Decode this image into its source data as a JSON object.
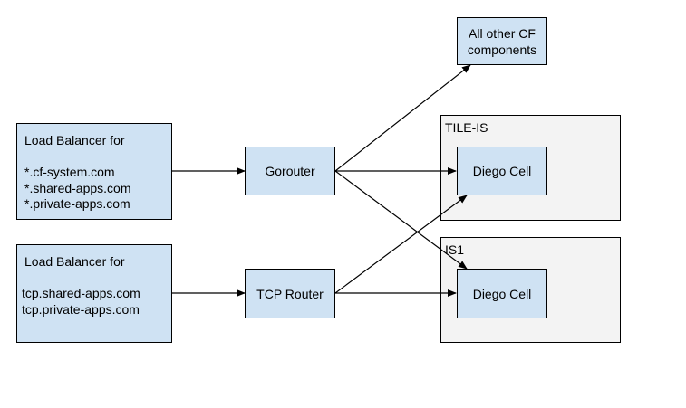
{
  "groups": {
    "tile_is": {
      "title": "TILE-IS"
    },
    "is1": {
      "title": "IS1"
    }
  },
  "nodes": {
    "lb_http": {
      "title": "Load Balancer for",
      "domains": [
        "*.cf-system.com",
        "*.shared-apps.com",
        "*.private-apps.com"
      ]
    },
    "lb_tcp": {
      "title": "Load Balancer for",
      "domains": [
        "tcp.shared-apps.com",
        "tcp.private-apps.com"
      ]
    },
    "gorouter": {
      "label": "Gorouter"
    },
    "tcp_router": {
      "label": "TCP Router"
    },
    "cf_components": {
      "label_lines": [
        "All other CF",
        "components"
      ]
    },
    "diego_cell_tile": {
      "label": "Diego Cell"
    },
    "diego_cell_is1": {
      "label": "Diego Cell"
    }
  },
  "edges": [
    {
      "from": "lb_http",
      "to": "gorouter"
    },
    {
      "from": "gorouter",
      "to": "cf_components"
    },
    {
      "from": "gorouter",
      "to": "diego_cell_tile"
    },
    {
      "from": "gorouter",
      "to": "diego_cell_is1"
    },
    {
      "from": "lb_tcp",
      "to": "tcp_router"
    },
    {
      "from": "tcp_router",
      "to": "diego_cell_tile"
    },
    {
      "from": "tcp_router",
      "to": "diego_cell_is1"
    }
  ],
  "colors": {
    "node_fill": "#cfe2f3",
    "group_fill": "#f3f3f3",
    "stroke": "#000000"
  }
}
